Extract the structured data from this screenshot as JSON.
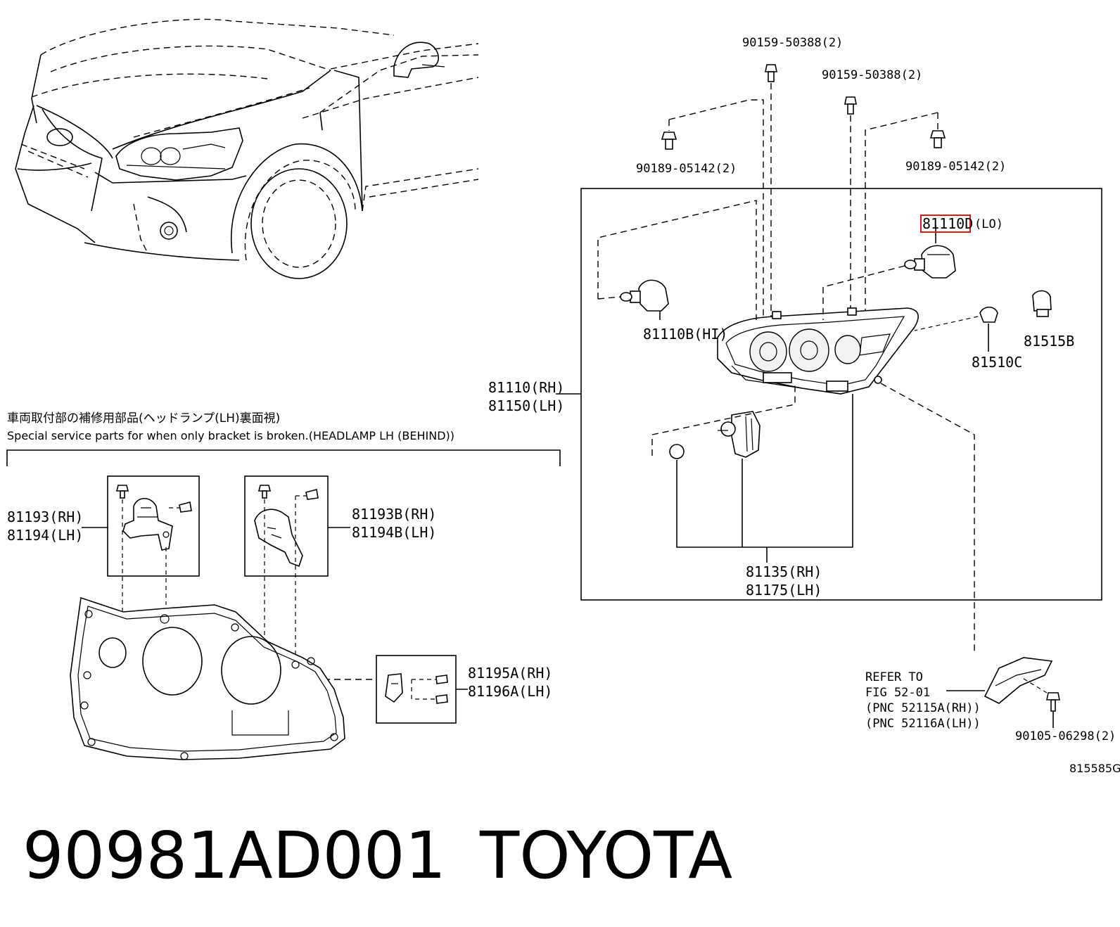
{
  "diagram": {
    "accent_color": "#e01818",
    "callouts": {
      "bolt_top_1": "90159-50388(2)",
      "bolt_top_2": "90159-50388(2)",
      "nut_left": "90189-05142(2)",
      "nut_right": "90189-05142(2)",
      "bulb_lo_code": "81110D",
      "bulb_lo_suffix": "(LO)",
      "bulb_hi": "81110B(HI)",
      "socket_side": "81515B",
      "bulb_side": "81510C",
      "headlamp_rh": "81110(RH)",
      "headlamp_lh": "81150(LH)",
      "leveling_rh": "81135(RH)",
      "leveling_lh": "81175(LH)",
      "refer_1": "REFER TO",
      "refer_2": "FIG 52-01",
      "refer_3": "(PNC 52115A(RH))",
      "refer_4": "(PNC 52116A(LH))",
      "screw_bottom": "90105-06298(2)",
      "bracket_a_rh": "81193(RH)",
      "bracket_a_lh": "81194(LH)",
      "bracket_b_rh": "81193B(RH)",
      "bracket_b_lh": "81194B(LH)",
      "bracket_c_rh": "81195A(RH)",
      "bracket_c_lh": "81196A(LH)"
    },
    "service_note_jp": "車両取付部の補修用部品(ヘッドランプ(LH)裏面視)",
    "service_note_en": "Special service parts for when only bracket is broken.(HEADLAMP LH (BEHIND))",
    "figure_code": "815585G"
  },
  "caption": {
    "part_number": "90981AD001",
    "brand": "TOYOTA"
  }
}
